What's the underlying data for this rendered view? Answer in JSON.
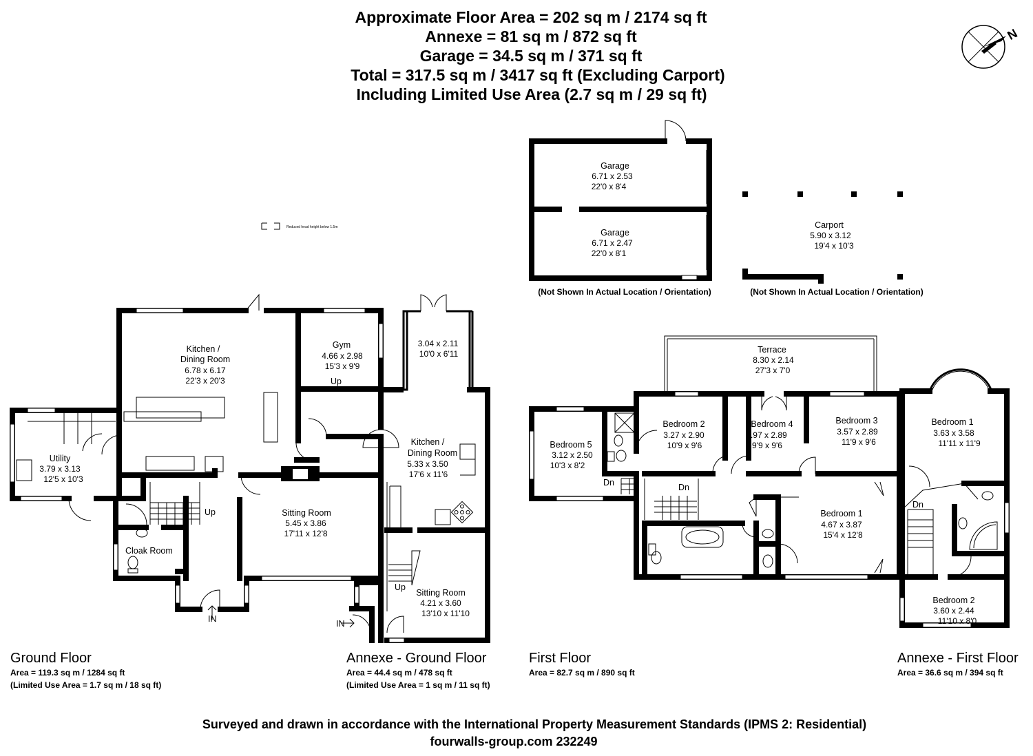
{
  "header": {
    "line1": "Approximate Floor Area = 202 sq m / 2174 sq ft",
    "line2": "Annexe = 81 sq m / 872 sq ft",
    "line3": "Garage = 34.5 sq m / 371 sq ft",
    "line4": "Total = 317.5 sq m / 3417 sq ft (Excluding Carport)",
    "line5": "Including Limited Use Area (2.7 sq m / 29 sq ft)"
  },
  "compass": {
    "label": "N",
    "icon": "north-arrow-icon"
  },
  "legend": {
    "text": "Reduced head height below 1.5m"
  },
  "footer": {
    "line1": "Surveyed and drawn in accordance with the International Property Measurement Standards (IPMS 2: Residential)",
    "line2": "fourwalls-group.com 232249"
  },
  "floors": {
    "ground": {
      "title": "Ground Floor",
      "area": "Area = 119.3 sq m / 1284 sq ft",
      "limited": "(Limited Use Area = 1.7 sq m / 18 sq ft)"
    },
    "annexe_ground": {
      "title": "Annexe - Ground Floor",
      "area": "Area = 44.4 sq m / 478 sq ft",
      "limited": "(Limited Use Area = 1 sq m / 11 sq ft)"
    },
    "first": {
      "title": "First Floor",
      "area": "Area = 82.7 sq m / 890 sq ft"
    },
    "annexe_first": {
      "title": "Annexe - First Floor",
      "area": "Area = 36.6 sq m / 394 sq ft"
    }
  },
  "notes": {
    "garage": "(Not Shown In Actual Location / Orientation)",
    "carport": "(Not Shown In Actual Location / Orientation)"
  },
  "rooms": {
    "kitchen_dining": {
      "n1": "Kitchen /",
      "n2": "Dining Room",
      "m": "6.78 x 6.17",
      "i": "22'3 x 20'3"
    },
    "gym": {
      "n": "Gym",
      "m": "4.66 x 2.98",
      "i": "15'3 x 9'9"
    },
    "utility": {
      "n": "Utility",
      "m": "3.79 x 3.13",
      "i": "12'5 x 10'3"
    },
    "sitting": {
      "n": "Sitting Room",
      "m": "5.45 x 3.86",
      "i": "17'11 x 12'8"
    },
    "cloak": {
      "n": "Cloak Room"
    },
    "annexe_conservatory": {
      "m": "3.04 x 2.11",
      "i": "10'0 x 6'11"
    },
    "annexe_kitchen": {
      "n1": "Kitchen /",
      "n2": "Dining Room",
      "m": "5.33 x 3.50",
      "i": "17'6 x 11'6"
    },
    "annexe_sitting": {
      "n": "Sitting Room",
      "m": "4.21 x 3.60",
      "i": "13'10 x 11'10"
    },
    "garage1": {
      "n": "Garage",
      "m": "6.71 x 2.53",
      "i": "22'0 x 8'4"
    },
    "garage2": {
      "n": "Garage",
      "m": "6.71 x 2.47",
      "i": "22'0 x 8'1"
    },
    "carport": {
      "n": "Carport",
      "m": "5.90 x 3.12",
      "i": "19'4 x 10'3"
    },
    "terrace": {
      "n": "Terrace",
      "m": "8.30 x 2.14",
      "i": "27'3 x 7'0"
    },
    "bed5": {
      "n": "Bedroom 5",
      "m": "3.12 x 2.50",
      "i": "10'3 x 8'2"
    },
    "bed2": {
      "n": "Bedroom 2",
      "m": "3.27 x 2.90",
      "i": "10'9 x 9'6"
    },
    "bed4": {
      "n": "Bedroom 4",
      "m": "2.97 x 2.89",
      "i": "9'9 x 9'6"
    },
    "bed3": {
      "n": "Bedroom 3",
      "m": "3.57 x 2.89",
      "i": "11'9 x 9'6"
    },
    "bed1": {
      "n": "Bedroom 1",
      "m": "4.67 x 3.87",
      "i": "15'4 x 12'8"
    },
    "annexe_bed1": {
      "n": "Bedroom 1",
      "m": "3.63 x 3.58",
      "i": "11'11 x 11'9"
    },
    "annexe_bed2": {
      "n": "Bedroom 2",
      "m": "3.60 x 2.44",
      "i": "11'10 x 8'0"
    }
  },
  "stair_labels": {
    "up": "Up",
    "dn": "Dn",
    "in": "IN"
  }
}
